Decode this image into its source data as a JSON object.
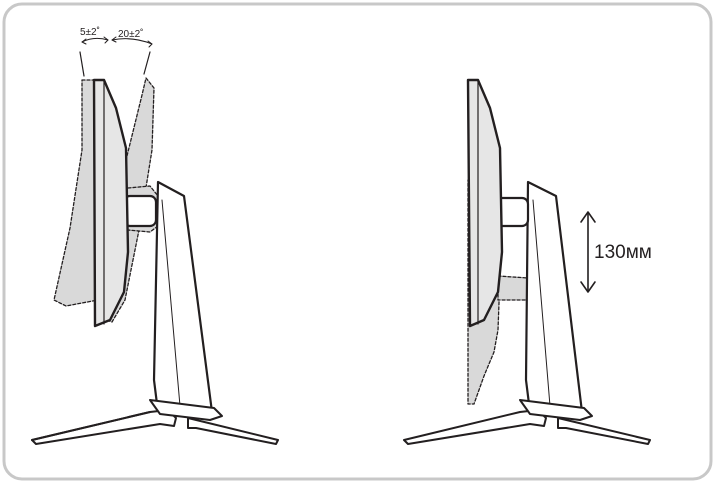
{
  "diagram": {
    "tilt_forward_label": "5±2˚",
    "tilt_back_label": "20±2˚",
    "height_adjust_label": "130мм"
  },
  "colors": {
    "frame_border": "#c8c8c8",
    "line": "#231f20",
    "ghost_fill": "#d9d9d9",
    "body_fill": "#ffffff"
  }
}
